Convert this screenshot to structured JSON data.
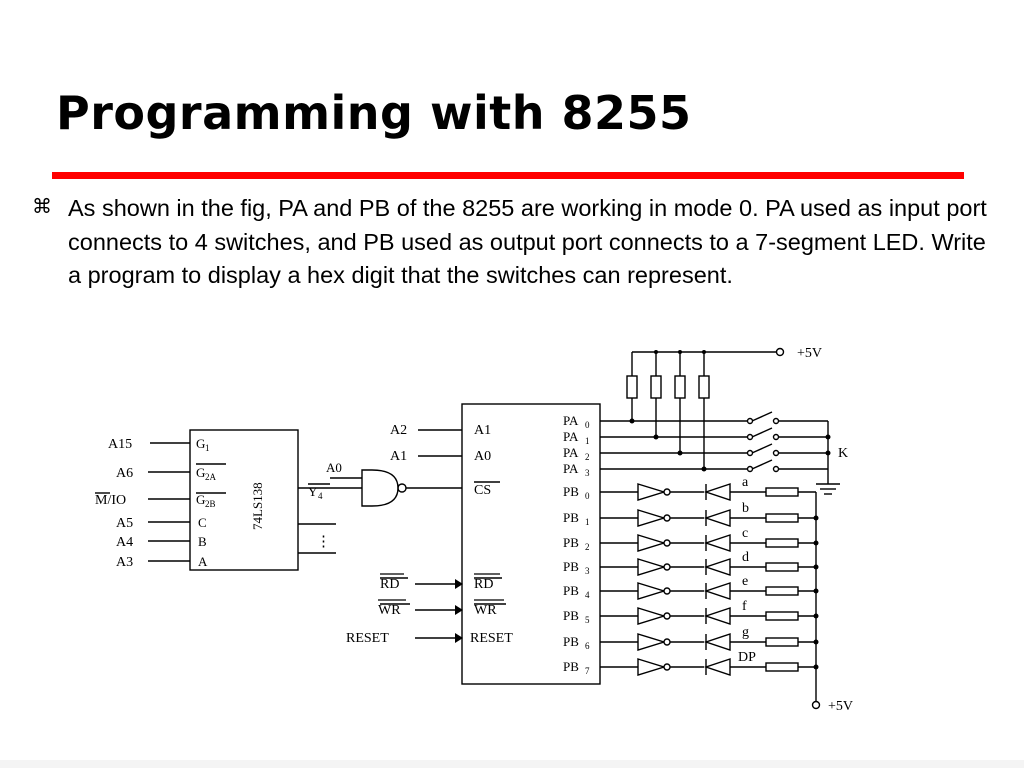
{
  "slide": {
    "title": "Programming with 8255",
    "bullet_icon": "command-key-icon",
    "bullet_text": "As shown in the fig, PA and PB of the 8255 are working in mode 0. PA used as input port connects to 4 switches, and PB used as output port connects to a 7-segment LED. Write a program to display a hex digit that the switches can represent.",
    "accent_color": "#ff0000"
  },
  "figure": {
    "decoder": {
      "chip_name": "74LS138",
      "inputs": [
        "A15",
        "A6",
        "M/IO",
        "A5",
        "A4",
        "A3"
      ],
      "pins": [
        "G",
        "G",
        "G",
        "C",
        "B",
        "A"
      ],
      "pin_subs": [
        "1",
        "2A",
        "2B",
        "",
        "",
        ""
      ],
      "output_label": "Y",
      "output_sub": "4",
      "more": "⋮"
    },
    "gate_input": "A0",
    "ppi": {
      "left_ext": [
        "A2",
        "A1"
      ],
      "left_pins": [
        "A1",
        "A0",
        "CS",
        "RD",
        "WR",
        "RESET"
      ],
      "control_ext": [
        "RD",
        "WR",
        "RESET"
      ],
      "pa_base": "PA",
      "pa_subs": [
        "0",
        "1",
        "2",
        "3"
      ],
      "pb_base": "PB",
      "pb_subs": [
        "0",
        "1",
        "2",
        "3",
        "4",
        "5",
        "6",
        "7"
      ]
    },
    "segments": [
      "a",
      "b",
      "c",
      "d",
      "e",
      "f",
      "g",
      "DP"
    ],
    "switch_label": "K",
    "vcc_top": "+5V",
    "vcc_bottom": "+5V"
  }
}
